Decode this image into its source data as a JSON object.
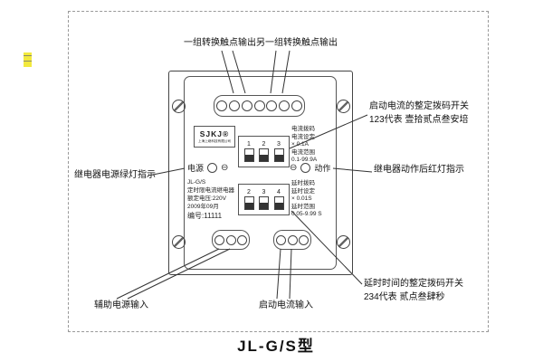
{
  "title": "JL-G/S型",
  "colors": {
    "line": "#333333",
    "highlight": "#f2e93e"
  },
  "callouts": {
    "top_left": "一组转换触点输出",
    "top_right": "另一组转换触点输出",
    "current_dip_1": "启动电流的整定拨码开关",
    "current_dip_2": "123代表 壹拾贰点叁安培",
    "action_led": "继电器动作后红灯指示",
    "delay_dip_1": "延时时间的整定拨码开关",
    "delay_dip_2": "234代表 贰点叁肆秒",
    "power_led": "继电器电源绿灯指示",
    "aux_power": "辅助电源输入",
    "start_current": "启动电流输入"
  },
  "device": {
    "brand": "SJKJ®",
    "company": "上海上继科技有限公司",
    "power": "电源",
    "action": "动作",
    "minus": "⊖",
    "current_info": [
      "电流拨码",
      "电流设定",
      "× 0.1A",
      "电流范围",
      "0.1-99.9A"
    ],
    "delay_info": [
      "延时拨码",
      "延时设定",
      "× 0.01S",
      "延时范围",
      "0.05-9.99 S"
    ],
    "nameplate": [
      "JL-G/S",
      "定时限电流继电器",
      "额定电压:220V",
      "2009年09月",
      "编号:11111"
    ],
    "dip_row1": [
      "1",
      "2",
      "3"
    ],
    "dip_row2": [
      "2",
      "3",
      "4"
    ]
  }
}
